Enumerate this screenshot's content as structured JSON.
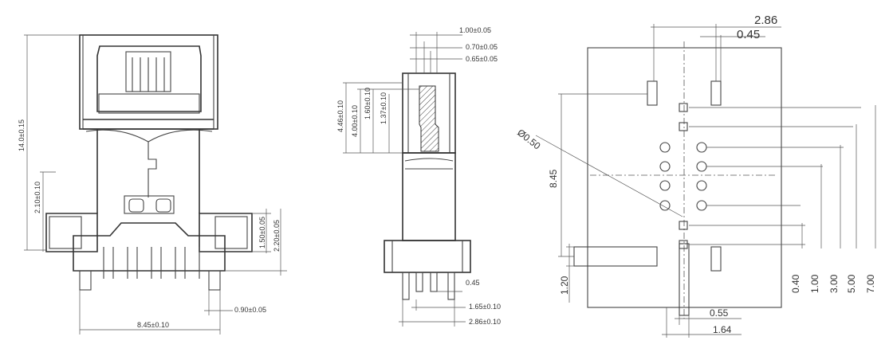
{
  "front_view": {
    "height_dim": "14.0±0.15",
    "dim_2_10": "2.10±0.10",
    "dim_1_50": "1.50±0.05",
    "dim_2_20": "2.20±0.05",
    "dim_0_90": "0.90±0.05",
    "dim_8_45": "8.45±0.10"
  },
  "side_view": {
    "dim_1_00": "1.00±0.05",
    "dim_0_70": "0.70±0.05",
    "dim_0_65": "0.65±0.05",
    "dim_4_46": "4.46±0.10",
    "dim_4_00": "4.00±0.10",
    "dim_1_60": "1.60±0.10",
    "dim_1_37": "1.37±0.10",
    "dim_0_45": "0.45",
    "dim_1_65": "1.65±0.10",
    "dim_2_86": "2.86±0.10"
  },
  "footprint_view": {
    "dim_2_86": "2.86",
    "dim_0_45": "0.45",
    "dia_0_50": "Ø0.50",
    "dim_8_45": "8.45",
    "dim_1_20": "1.20",
    "dim_0_40": "0.40",
    "dim_1_00": "1.00",
    "dim_3_00": "3.00",
    "dim_5_00": "5.00",
    "dim_7_00": "7.00",
    "dim_0_55": "0.55",
    "dim_1_64": "1.64"
  }
}
